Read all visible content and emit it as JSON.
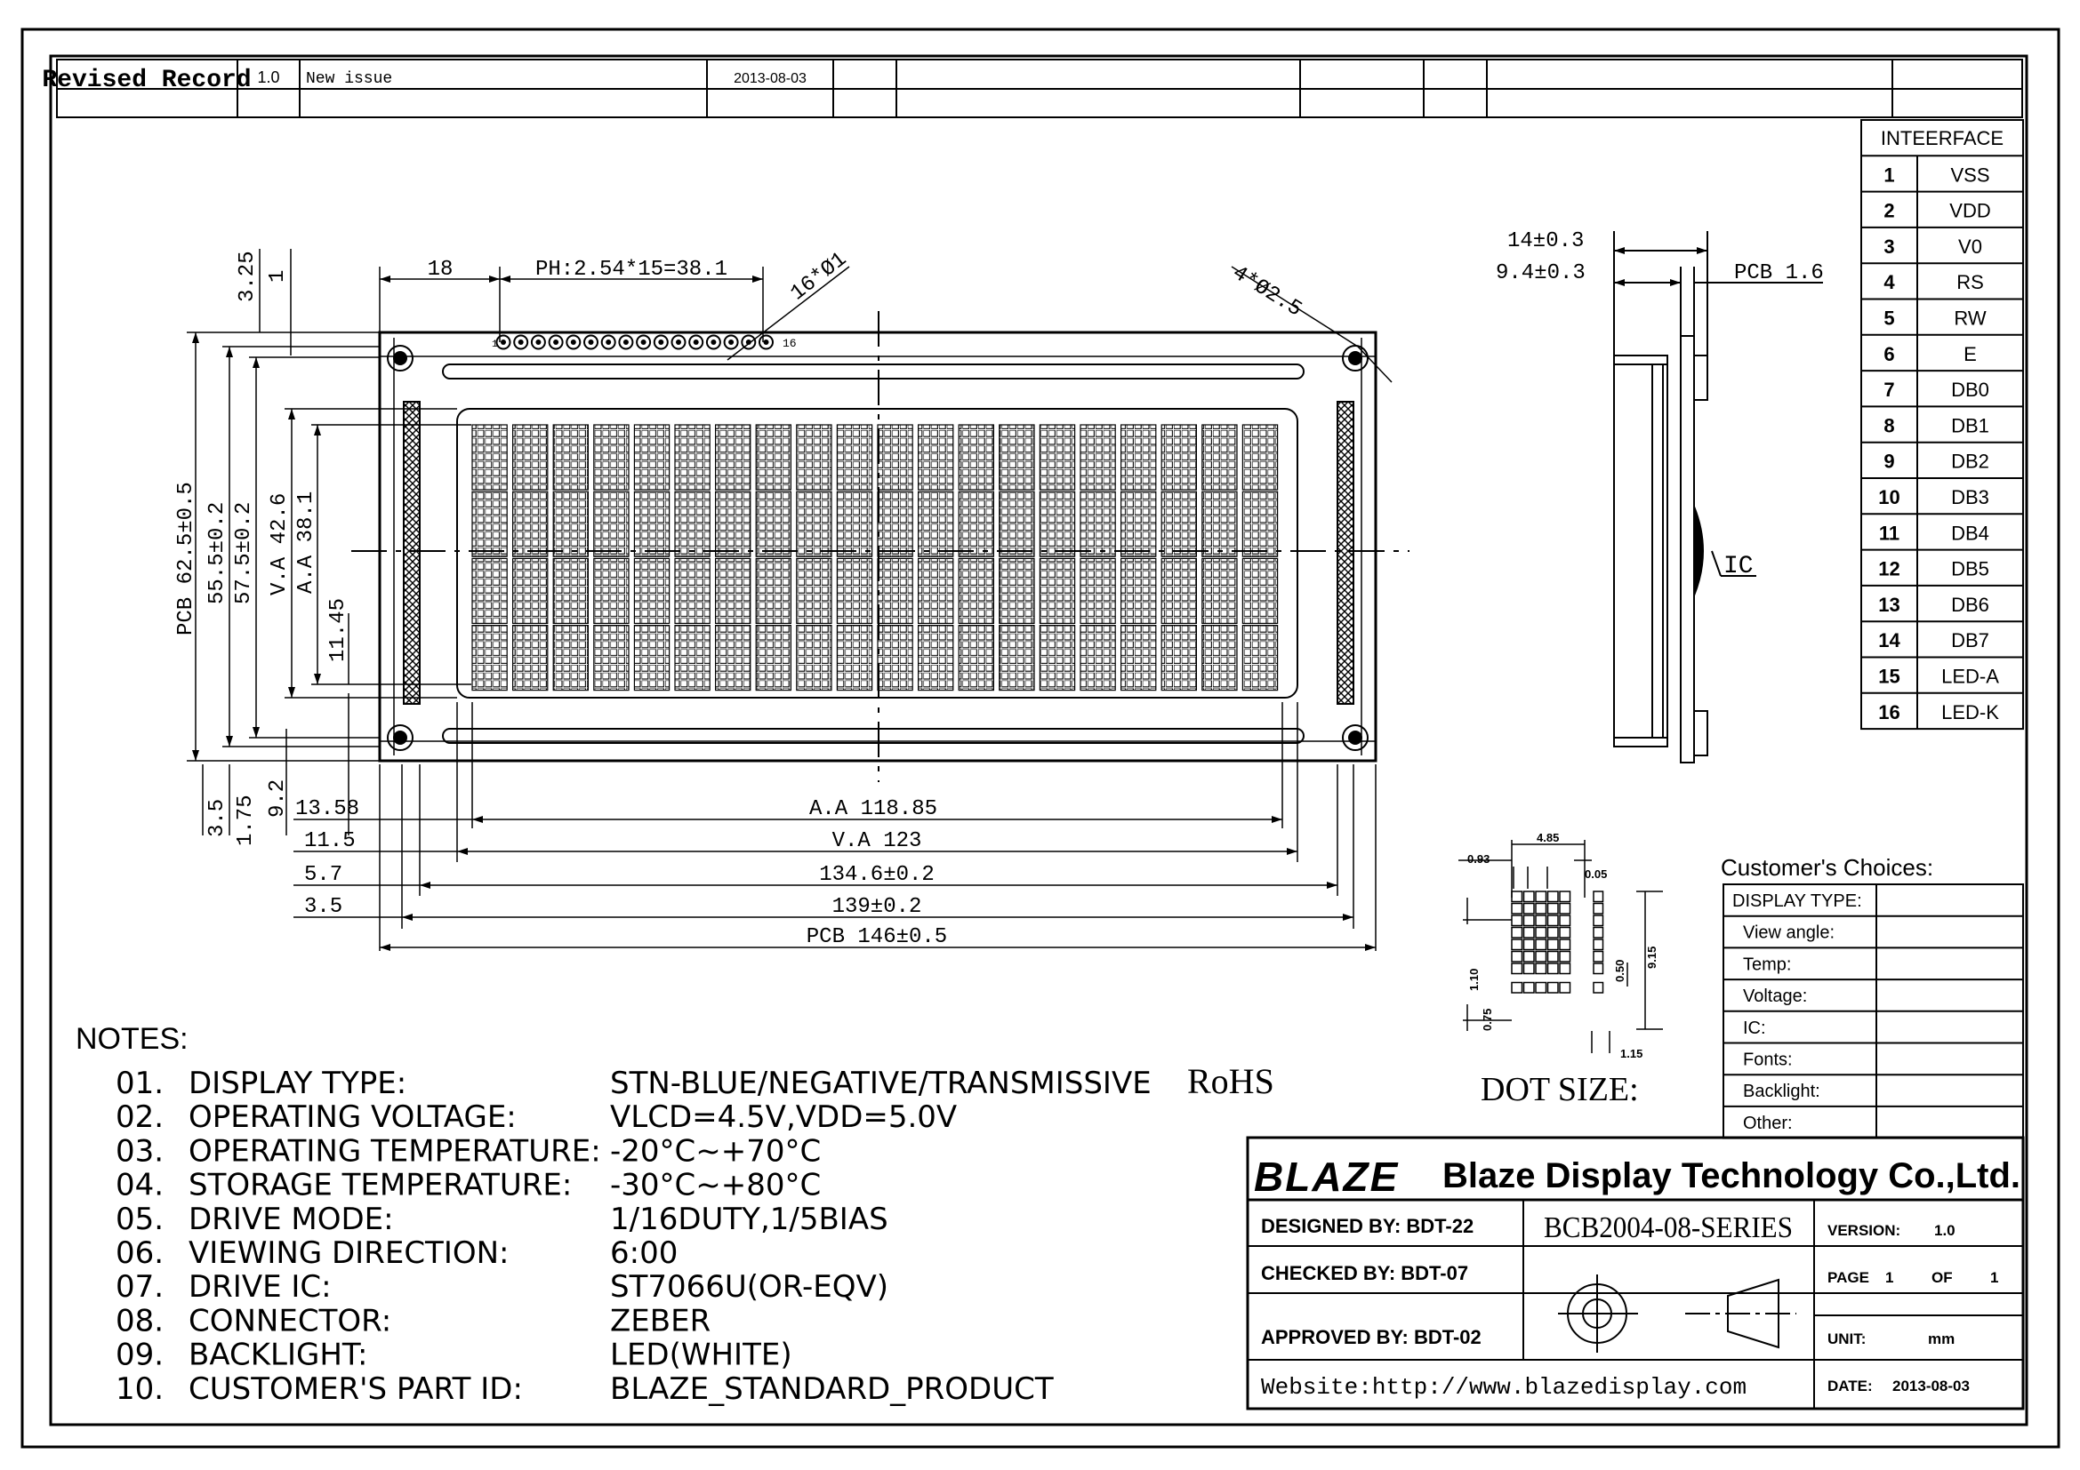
{
  "revision": {
    "header": "Revised Record",
    "rows": [
      {
        "version": "1.0",
        "description": "New issue",
        "date": "2013-08-03"
      }
    ]
  },
  "interface": {
    "title": "INTEERFACE",
    "pins": [
      {
        "no": "1",
        "name": "VSS"
      },
      {
        "no": "2",
        "name": "VDD"
      },
      {
        "no": "3",
        "name": "V0"
      },
      {
        "no": "4",
        "name": "RS"
      },
      {
        "no": "5",
        "name": "RW"
      },
      {
        "no": "6",
        "name": "E"
      },
      {
        "no": "7",
        "name": "DB0"
      },
      {
        "no": "8",
        "name": "DB1"
      },
      {
        "no": "9",
        "name": "DB2"
      },
      {
        "no": "10",
        "name": "DB3"
      },
      {
        "no": "11",
        "name": "DB4"
      },
      {
        "no": "12",
        "name": "DB5"
      },
      {
        "no": "13",
        "name": "DB6"
      },
      {
        "no": "14",
        "name": "DB7"
      },
      {
        "no": "15",
        "name": "LED-A"
      },
      {
        "no": "16",
        "name": "LED-K"
      }
    ]
  },
  "front_view": {
    "pin_first": "1",
    "pin_last": "16",
    "char_cols": 20,
    "char_rows": 4,
    "dims": {
      "top_a": "3.25",
      "top_b": "1",
      "pin_offset": "18",
      "pin_pitch": "PH:2.54*15=38.1",
      "pin_holes": "16*Ø1",
      "mount_holes": "4*Ø2.5",
      "pcb_height": "PCB 62.5±0.5",
      "h_55": "55.5±0.2",
      "h_57": "57.5±0.2",
      "va_height": "V.A 42.6",
      "aa_height": "A.A 38.1",
      "h_11": "11.45",
      "b_35": "3.5",
      "b_175": "1.75",
      "b_92": "9.2",
      "w_1358": "13.58",
      "w_aa": "A.A 118.85",
      "w_115": "11.5",
      "w_va": "V.A 123",
      "w_57": "5.7",
      "w_1346": "134.6±0.2",
      "w_35": "3.5",
      "w_139": "139±0.2",
      "w_pcb": "PCB 146±0.5"
    }
  },
  "side_view": {
    "d_14": "14±0.3",
    "d_94": "9.4±0.3",
    "pcb": "PCB 1.6",
    "ic": "IC"
  },
  "dot_size": {
    "title": "DOT SIZE:",
    "d_485": "4.85",
    "d_093": "0.93",
    "d_005": "0.05",
    "d_915": "9.15",
    "d_050": "0.50",
    "d_110": "1.10",
    "d_075": "0.75",
    "d_115": "1.15"
  },
  "customer_choices": {
    "title": "Customer's Choices:",
    "fields": [
      {
        "label": "DISPLAY TYPE:",
        "value": ""
      },
      {
        "label": "View angle:",
        "value": ""
      },
      {
        "label": "Temp:",
        "value": ""
      },
      {
        "label": "Voltage:",
        "value": ""
      },
      {
        "label": "IC:",
        "value": ""
      },
      {
        "label": "Fonts:",
        "value": ""
      },
      {
        "label": "Backlight:",
        "value": ""
      },
      {
        "label": "Other:",
        "value": ""
      }
    ]
  },
  "notes": {
    "title": "NOTES:",
    "items": [
      {
        "no": "01.",
        "label": "DISPLAY TYPE:",
        "value": "STN-BLUE/NEGATIVE/TRANSMISSIVE",
        "extra": "RoHS"
      },
      {
        "no": "02.",
        "label": "OPERATING VOLTAGE:",
        "value": "VLCD=4.5V,VDD=5.0V",
        "extra": ""
      },
      {
        "no": "03.",
        "label": "OPERATING TEMPERATURE:",
        "value": "-20°C~+70°C",
        "extra": ""
      },
      {
        "no": "04.",
        "label": "STORAGE TEMPERATURE:",
        "value": "-30°C~+80°C",
        "extra": ""
      },
      {
        "no": "05.",
        "label": "DRIVE MODE:",
        "value": "1/16DUTY,1/5BIAS",
        "extra": ""
      },
      {
        "no": "06.",
        "label": "VIEWING DIRECTION:",
        "value": "6:00",
        "extra": ""
      },
      {
        "no": "07.",
        "label": "DRIVE IC:",
        "value": "ST7066U(OR-EQV)",
        "extra": ""
      },
      {
        "no": "08.",
        "label": "CONNECTOR:",
        "value": "ZEBER",
        "extra": ""
      },
      {
        "no": "09.",
        "label": "BACKLIGHT:",
        "value": "LED(WHITE)",
        "extra": ""
      },
      {
        "no": "10.",
        "label": "CUSTOMER'S PART ID:",
        "value": "BLAZE_STANDARD_PRODUCT",
        "extra": ""
      }
    ]
  },
  "title_block": {
    "logo": "BLAZE",
    "company": "Blaze Display Technology Co.,Ltd.",
    "designed": "DESIGNED BY: BDT-22",
    "checked": "CHECKED BY: BDT-07",
    "approved": "APPROVED BY: BDT-02",
    "website": "Website:http://www.blazedisplay.com",
    "part": "BCB2004-08-SERIES",
    "version_label": "VERSION:",
    "version": "1.0",
    "page_label": "PAGE",
    "page": "1",
    "of_label": "OF",
    "pages": "1",
    "unit_label": "UNIT:",
    "unit": "mm",
    "date_label": "DATE:",
    "date": "2013-08-03"
  }
}
